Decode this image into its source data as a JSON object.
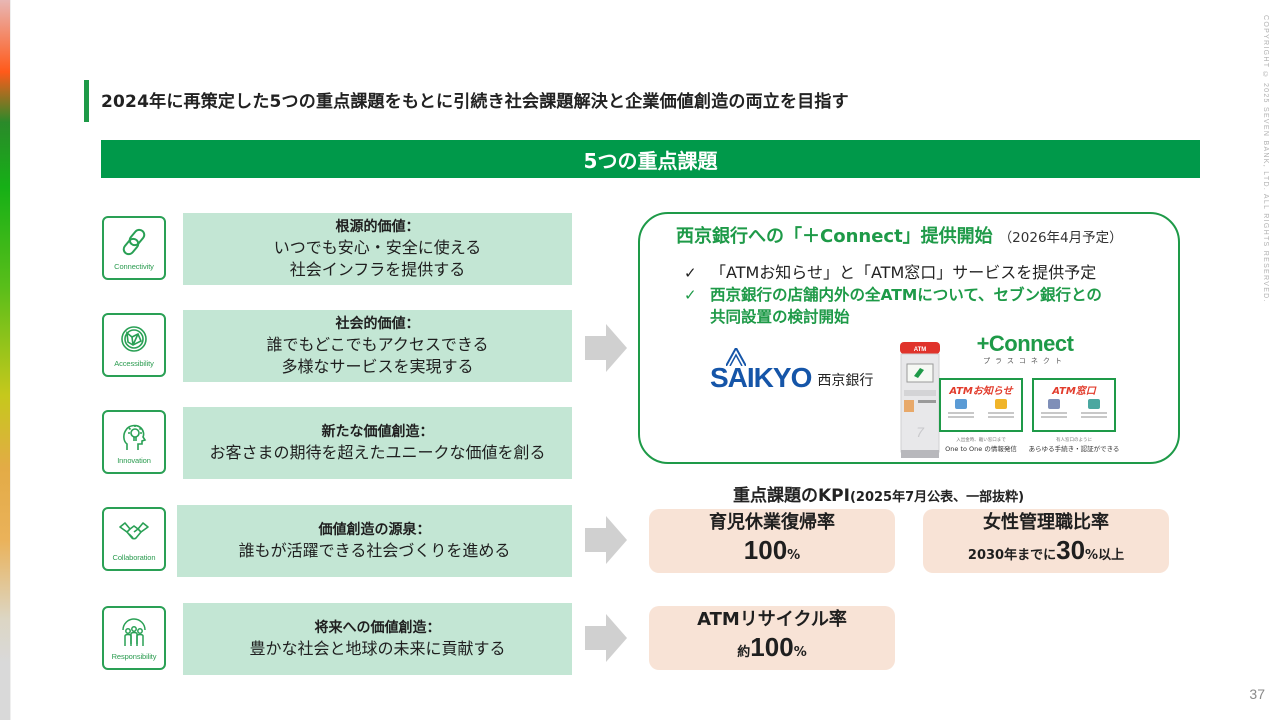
{
  "headline": "2024年に再策定した5つの重点課題をもとに引続き社会課題解決と企業価値創造の両立を目指す",
  "banner": "5つの重点課題",
  "copyright": "COPYRIGHT © 2025 SEVEN BANK, LTD. ALL RIGHTS RESERVED.",
  "page_number": "37",
  "issues": [
    {
      "icon": "link-icon",
      "icon_label": "Connectivity",
      "title": "根源的価値：",
      "lines": [
        "いつでも安心・安全に使える",
        "社会インフラを提供する"
      ]
    },
    {
      "icon": "globe-network-icon",
      "icon_label": "Accessibility",
      "title": "社会的価値：",
      "lines": [
        "誰でもどこでもアクセスできる",
        "多様なサービスを実現する"
      ]
    },
    {
      "icon": "lightbulb-head-icon",
      "icon_label": "Innovation",
      "title": "新たな価値創造：",
      "lines": [
        "お客さまの期待を超えたユニークな価値を創る"
      ]
    },
    {
      "icon": "handshake-icon",
      "icon_label": "Collaboration",
      "title": "価値創造の源泉：",
      "lines": [
        "誰もが活躍できる社会づくりを進める"
      ]
    },
    {
      "icon": "people-globe-icon",
      "icon_label": "Responsibility",
      "title": "将来への価値創造：",
      "lines": [
        "豊かな社会と地球の未来に貢献する"
      ]
    }
  ],
  "connect_panel": {
    "title": "西京銀行への「＋Connect」提供開始",
    "subtitle": "（2026年4月予定）",
    "bullets": [
      {
        "text": "「ATMお知らせ」と「ATM窓口」サービスを提供予定",
        "emphasis": false
      },
      {
        "text": "西京銀行の店舗内外の全ATMについて、セブン銀行との",
        "emphasis": true
      },
      {
        "text": "共同設置の検討開始",
        "emphasis": true,
        "continuation": true
      }
    ],
    "check_mark": "✓",
    "bank_logo_word": "SAIKYO",
    "bank_logo_jp": "西京銀行",
    "atm_sign": "ATM",
    "plus_connect_logo": "+Connect",
    "plus_connect_kana": "プラスコネクト",
    "services": [
      {
        "title": "ATMお知らせ",
        "caption_small": "入出金時、離い窓口まで",
        "caption": "One to One の情報発信"
      },
      {
        "title": "ATM窓口",
        "caption_small": "有人窓口のように",
        "caption": "あらゆる手続き・認証ができる"
      }
    ]
  },
  "kpi": {
    "title": "重点課題のKPI",
    "subtitle": "(2025年7月公表、一部抜粋)",
    "cards": [
      {
        "label": "育児休業復帰率",
        "prefix": "",
        "value": "100",
        "unit": "%",
        "suffix": ""
      },
      {
        "label": "女性管理職比率",
        "prefix": "2030年までに",
        "value": "30",
        "unit": "%",
        "suffix": "以上"
      },
      {
        "label": "ATMリサイクル率",
        "prefix": "約",
        "value": "100",
        "unit": "%",
        "suffix": ""
      }
    ]
  },
  "colors": {
    "brand_green": "#00994a",
    "accent_green": "#1e9a48",
    "issue_box": "#c3e6d4",
    "kpi_card": "#f8e3d6",
    "arrow_gray": "#d0d0d0"
  }
}
